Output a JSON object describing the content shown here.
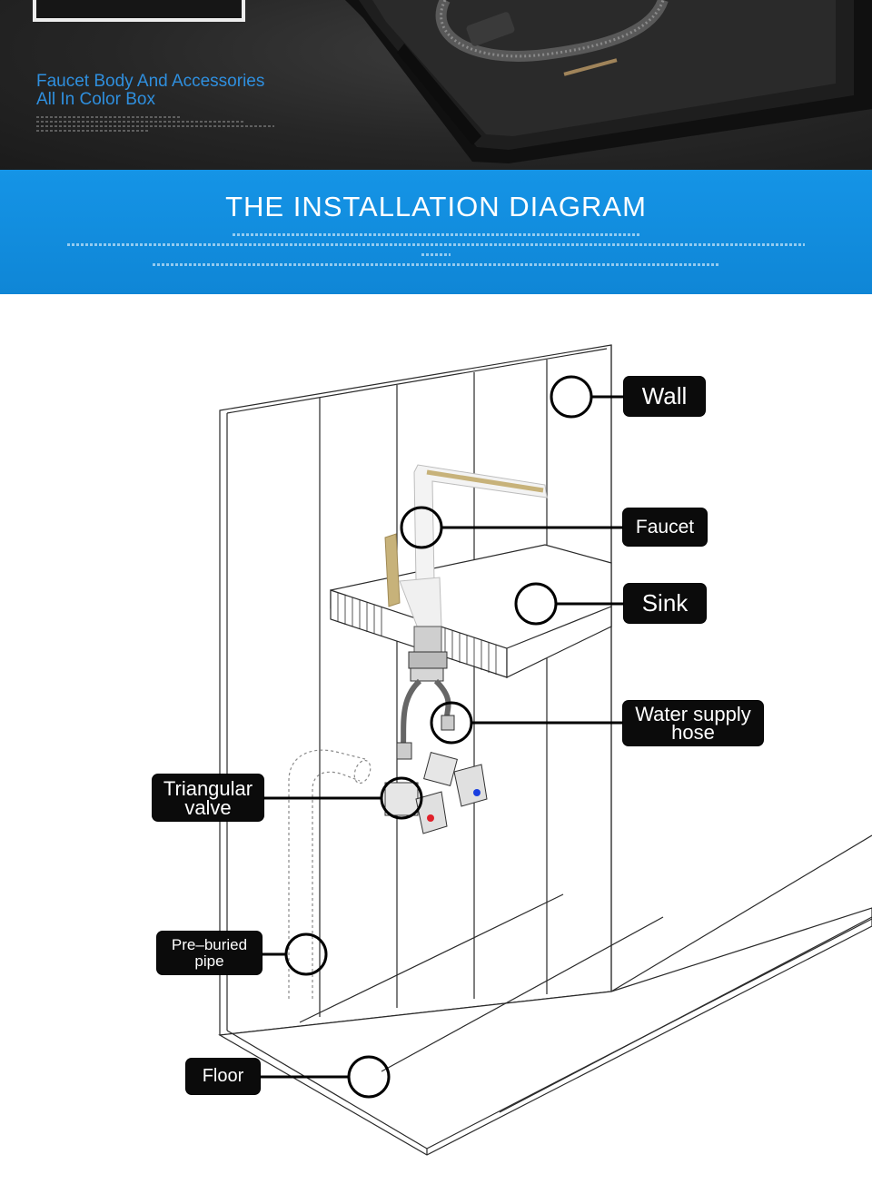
{
  "banner": {
    "title_line1": "Faucet Body And Accessories",
    "title_line2": "All In Color Box"
  },
  "section": {
    "title": "THE INSTALLATION DIAGRAM"
  },
  "labels": {
    "wall": "Wall",
    "faucet": "Faucet",
    "sink": "Sink",
    "water_supply_hose": [
      "Water supply",
      "hose"
    ],
    "triangular_valve": [
      "Triangular",
      "valve"
    ],
    "pre_buried_pipe": [
      "Pre–buried",
      "pipe"
    ],
    "floor": "Floor"
  },
  "colors": {
    "accent_blue": "#1594e6",
    "label_bg": "#0b0b0b",
    "hot_valve": "#e0202a",
    "cold_valve": "#1a3fe0",
    "faucet_gold": "#c7b27a"
  }
}
